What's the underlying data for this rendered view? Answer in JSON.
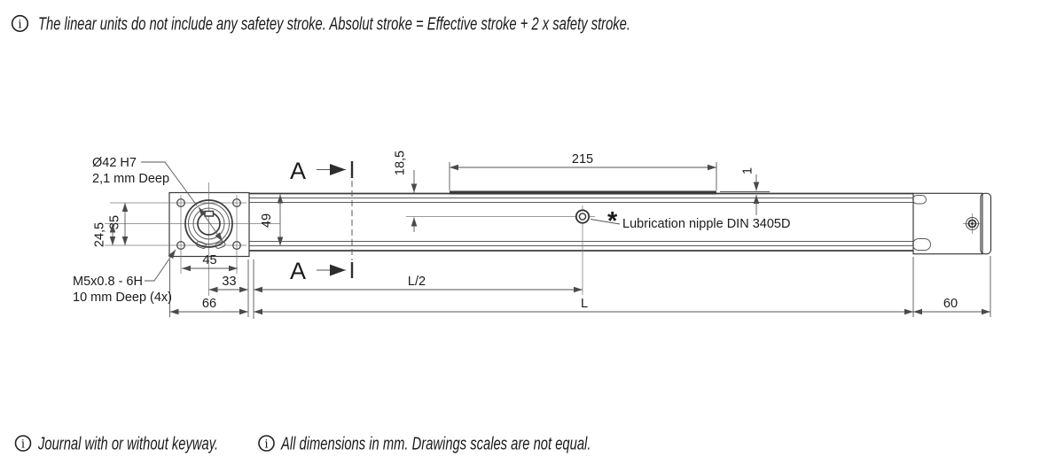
{
  "notes": {
    "icon_glyph": "i",
    "top": "The linear units do not include any safetey stroke. Absolut stroke = Effective stroke + 2 x safety stroke.",
    "bottom_left": "Journal with or without keyway.",
    "bottom_right": "All dimensions in mm. Drawings scales are not equal."
  },
  "drawing": {
    "section_label": "A",
    "labels": {
      "bore_diameter": "Ø42 H7",
      "bore_depth": "2,1 mm Deep",
      "mount_thread": "M5x0.8 - 6H",
      "mount_thread_depth": "10 mm Deep (4x)",
      "lubrication_marker": "*",
      "lubrication": "Lubrication nipple DIN 3405D"
    },
    "dims": {
      "bolt_vertical": "35",
      "center_to_bolt": "24,5",
      "bolt_horizontal": "45",
      "center_to_face": "33",
      "flange_width": "66",
      "body_height": "49",
      "nipple_depth": "18,5",
      "carriage_length": "215",
      "plate_height": "1",
      "half_length": "L/2",
      "total_length": "L",
      "end_length": "60"
    },
    "colors": {
      "line_bold": "#3c3c3c",
      "line_thin": "#5a5a5a",
      "line_center": "#7a7a7a",
      "text": "#1a1a1a"
    }
  }
}
